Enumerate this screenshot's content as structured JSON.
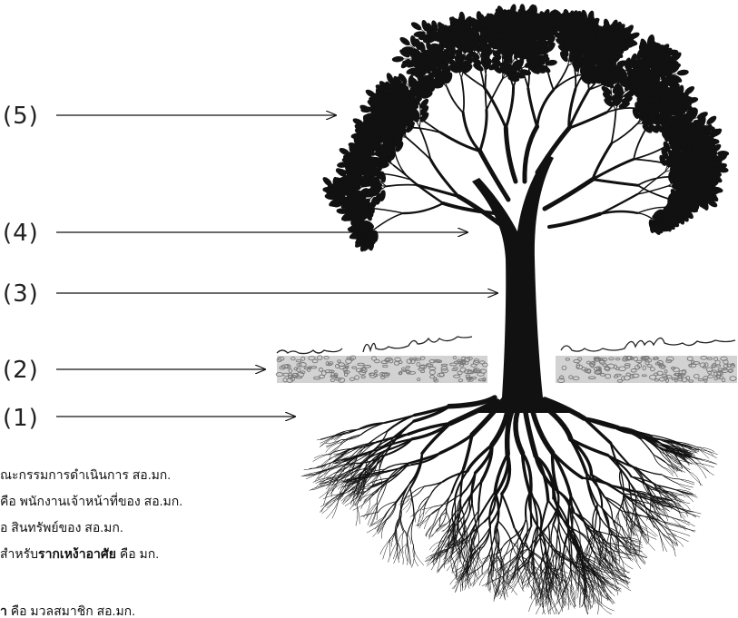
{
  "labels": [
    "(5)",
    "(4)",
    "(3)",
    "(2)",
    "(1)"
  ],
  "legend": [
    {
      "pre": "ณะกรรมการดำเนินการ สอ.มก.",
      "bold": "",
      "post": ""
    },
    {
      "pre": "คือ พนักงานเจ้าหน้าที่ของ สอ.มก.",
      "bold": "",
      "post": ""
    },
    {
      "pre": "อ สินทรัพย์ของ สอ.มก.",
      "bold": "",
      "post": ""
    },
    {
      "pre": "สำหรับ",
      "bold": "รากเหง้าอาศัย",
      "post": " คือ มก."
    },
    {
      "pre": "",
      "bold": "า",
      "post": " คือ มวลสมาชิก สอ.มก."
    }
  ],
  "colors": {
    "ink": "#111111",
    "soil": "#cfcfcf",
    "soil_dots": "#7a7a7a",
    "line": "#111111"
  }
}
